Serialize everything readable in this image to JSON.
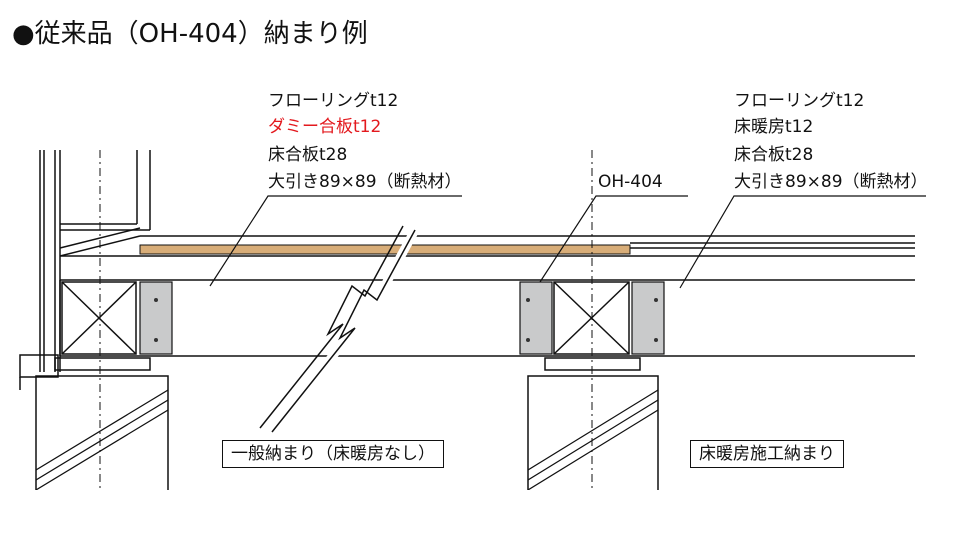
{
  "title": "●従来品（OH-404）納まり例",
  "left_callout": {
    "lines": [
      "フローリングt12",
      "ダミー合板t12",
      "床合板t28",
      "大引き89×89（断熱材）"
    ],
    "highlight_color": "#e3191e"
  },
  "center_callout": {
    "label": "OH-404"
  },
  "right_callout": {
    "lines": [
      "フローリングt12",
      "床暖房t12",
      "床合板t28",
      "大引き89×89（断熱材）"
    ]
  },
  "left_caption": "一般納まり（床暖房なし）",
  "right_caption": "床暖房施工納まり",
  "colors": {
    "dummy_plywood": "#d8ad78",
    "bracket": "#c9cacb",
    "line": "#111111"
  }
}
